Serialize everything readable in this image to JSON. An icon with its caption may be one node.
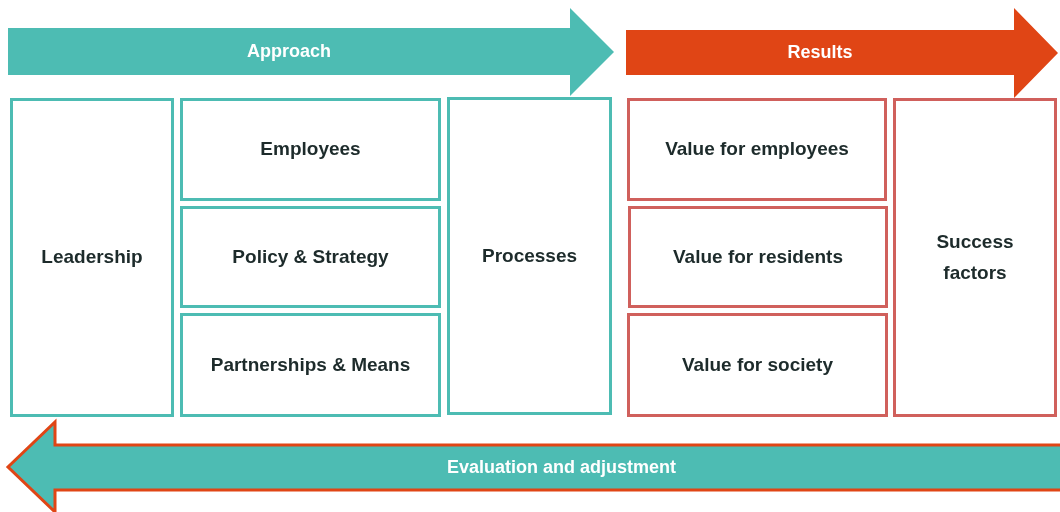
{
  "diagram": {
    "nodes": [
      {
        "text": [
          "Approach"
        ]
      },
      {
        "text": [
          "Results"
        ]
      },
      {
        "text": [
          "Leadership"
        ]
      },
      {
        "text": [
          "Employees"
        ]
      },
      {
        "text": [
          "Policy & Strategy"
        ]
      },
      {
        "text": [
          "Partnerships & Means"
        ]
      },
      {
        "text": [
          "Processes"
        ]
      },
      {
        "text": [
          "Value for employees"
        ]
      },
      {
        "text": [
          "Value for residents"
        ]
      },
      {
        "text": [
          "Value for society"
        ]
      },
      {
        "text": [
          "Success factors"
        ]
      },
      {
        "text": [
          "Evaluation and adjustment"
        ]
      }
    ]
  }
}
